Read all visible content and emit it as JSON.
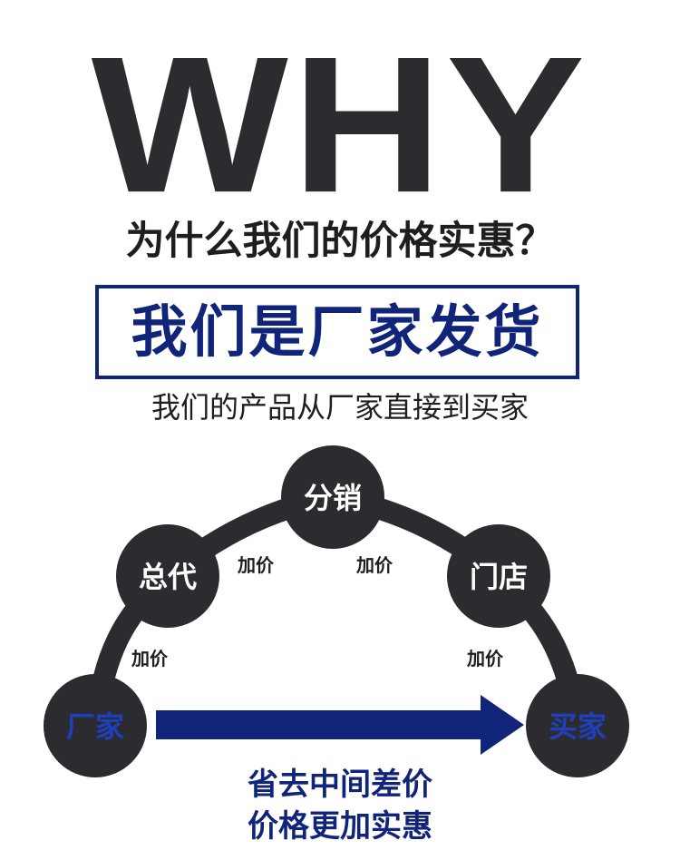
{
  "headline": "WHY",
  "question": "为什么我们的价格实惠？",
  "highlight_box": "我们是厂家发货",
  "subtitle": "我们的产品从厂家直接到买家",
  "nodes": {
    "factory": "厂家",
    "general_agent": "总代",
    "distribution": "分销",
    "store": "门店",
    "buyer": "买家"
  },
  "markups": [
    "加价",
    "加价",
    "加价",
    "加价"
  ],
  "bottom": {
    "line1": "省去中间差价",
    "line2": "价格更加实惠"
  },
  "colors": {
    "dark": "#2b2b30",
    "navy": "#10257a",
    "blue_text": "#1f3fbf"
  }
}
